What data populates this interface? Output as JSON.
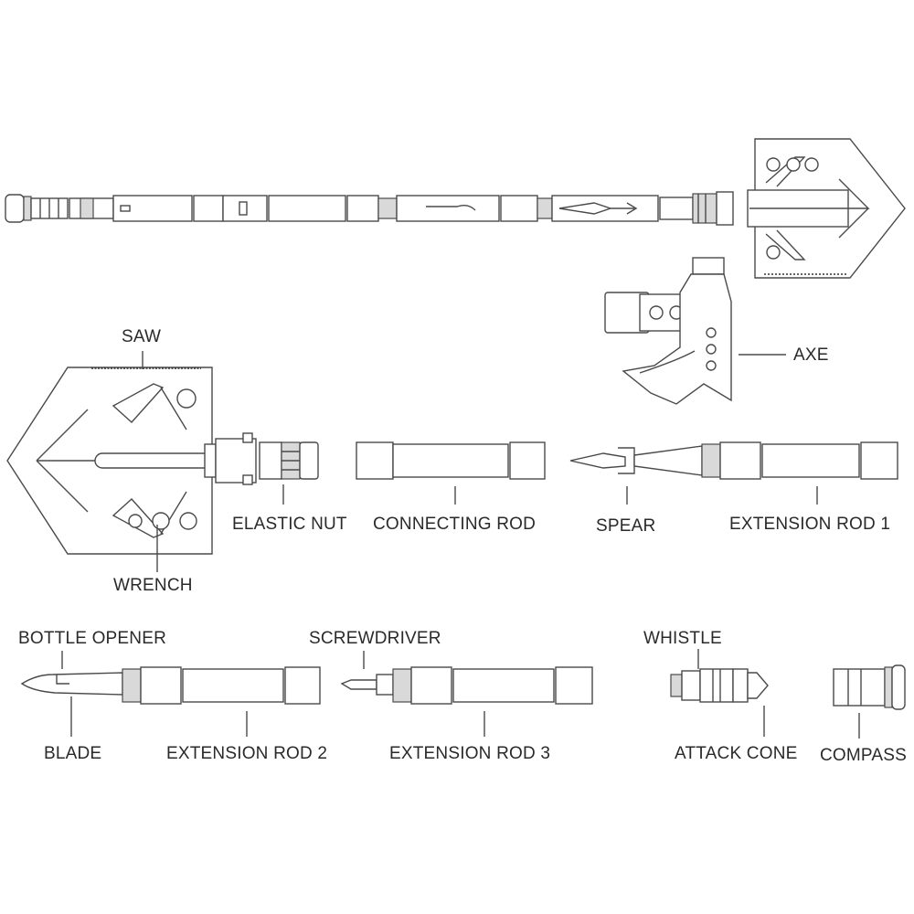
{
  "labels": {
    "saw": "SAW",
    "axe": "AXE",
    "elastic_nut": "ELASTIC NUT",
    "connecting_rod": "CONNECTING ROD",
    "spear": "SPEAR",
    "extension_rod_1": "EXTENSION ROD 1",
    "wrench": "WRENCH",
    "bottle_opener": "BOTTLE OPENER",
    "screwdriver": "SCREWDRIVER",
    "whistle": "WHISTLE",
    "blade": "BLADE",
    "extension_rod_2": "EXTENSION ROD 2",
    "extension_rod_3": "EXTENSION ROD 3",
    "attack_cone": "ATTACK CONE",
    "compass": "COMPASS"
  },
  "colors": {
    "line": "#4a4a4a",
    "text": "#2a2a2a",
    "background": "#ffffff"
  }
}
